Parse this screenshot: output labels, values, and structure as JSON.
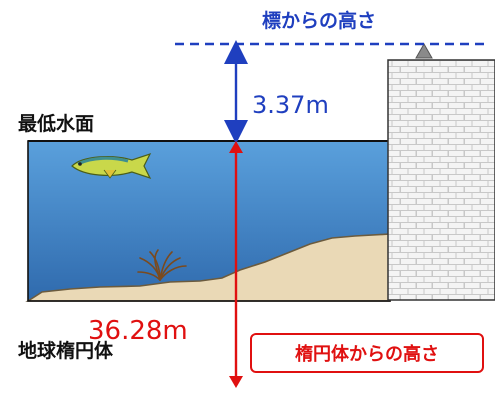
{
  "labels": {
    "mark_height_title": "標からの高さ",
    "lowest_water_surface": "最低水面",
    "mark_height_value": "3.37m",
    "ellipsoid_height_value": "36.28m",
    "ellipsoid_height_title": "楕円体からの高さ",
    "earth_ellipsoid": "地球楕円体"
  },
  "colors": {
    "blue": "#1f3fbf",
    "red": "#e01010",
    "water": "#3b78c0",
    "sand": "#ead9b6",
    "wall": "#f2f2f2"
  },
  "icons": [
    "fish-icon",
    "seaweed-icon",
    "benchmark-marker-icon"
  ]
}
